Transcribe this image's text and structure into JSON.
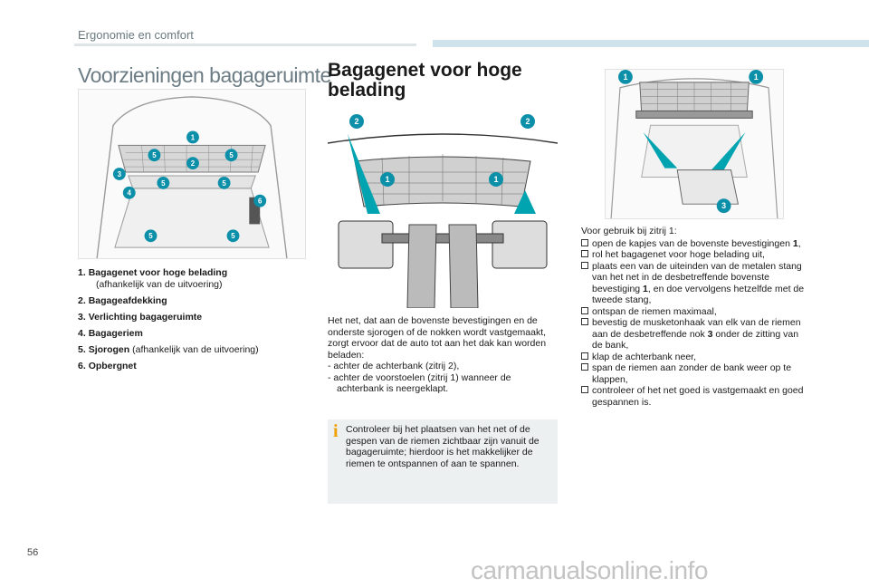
{
  "header": {
    "section": "Ergonomie en comfort"
  },
  "page": {
    "number": "56"
  },
  "left": {
    "title": "Voorzieningen bagageruimte",
    "callouts": [
      "1",
      "5",
      "2",
      "5",
      "3",
      "5",
      "5",
      "4",
      "6",
      "5",
      "5"
    ],
    "legend": [
      {
        "num": "1.",
        "label": "Bagagenet voor hoge belading",
        "note": "(afhankelijk van de uitvoering)"
      },
      {
        "num": "2.",
        "label": "Bagageafdekking",
        "note": ""
      },
      {
        "num": "3.",
        "label": "Verlichting bagageruimte",
        "note": ""
      },
      {
        "num": "4.",
        "label": "Bagageriem",
        "note": ""
      },
      {
        "num": "5.",
        "label": "Sjorogen",
        "note": "(afhankelijk van de uitvoering)"
      },
      {
        "num": "6.",
        "label": "Opbergnet",
        "note": ""
      }
    ]
  },
  "middle": {
    "title": "Bagagenet voor hoge belading",
    "callouts": [
      "2",
      "2",
      "1",
      "1"
    ],
    "paragraph": "Het net, dat aan de bovenste bevestigingen en de onderste sjorogen of de nokken wordt vastgemaakt, zorgt ervoor dat de auto tot aan het dak kan worden beladen:",
    "bullets": [
      "- achter de achterbank (zitrij 2),",
      "- achter de voorstoelen (zitrij 1) wanneer de achterbank is neergeklapt."
    ],
    "note": {
      "icon": "i",
      "text": "Controleer bij het plaatsen van het net of de gespen van de riemen zichtbaar zijn vanuit de bagageruimte; hierdoor is het makkelijker de riemen te ontspannen of aan te spannen."
    }
  },
  "right": {
    "callouts": [
      "1",
      "1",
      "3"
    ],
    "intro": "Voor gebruik bij zitrij 1:",
    "steps": [
      {
        "text": "open de kapjes van de bovenste bevestigingen ",
        "bold": "1",
        "after": ","
      },
      {
        "text": "rol het bagagenet voor hoge belading uit,",
        "bold": "",
        "after": ""
      },
      {
        "text": "plaats een van de uiteinden van de metalen stang van het net in de desbetreffende bovenste bevestiging ",
        "bold": "1",
        "after": ", en doe vervolgens hetzelfde met de tweede stang,"
      },
      {
        "text": "ontspan de riemen maximaal,",
        "bold": "",
        "after": ""
      },
      {
        "text": "bevestig de musketonhaak van elk van de riemen aan de desbetreffende nok ",
        "bold": "3",
        "after": " onder de zitting van de bank,"
      },
      {
        "text": "klap de achterbank neer,",
        "bold": "",
        "after": ""
      },
      {
        "text": "span de riemen aan zonder de bank weer op te klappen,",
        "bold": "",
        "after": ""
      },
      {
        "text": "controleer of het net goed is vastgemaakt en goed gespannen is.",
        "bold": "",
        "after": ""
      }
    ]
  },
  "footer": {
    "watermark": "carmanualsonline.info"
  },
  "colors": {
    "callout": "#0c8fa8",
    "heading_grey": "#6c7c84",
    "note_bg": "#edf0f1",
    "header_bar": "#cfe3ec",
    "info_icon": "#f0a000"
  }
}
